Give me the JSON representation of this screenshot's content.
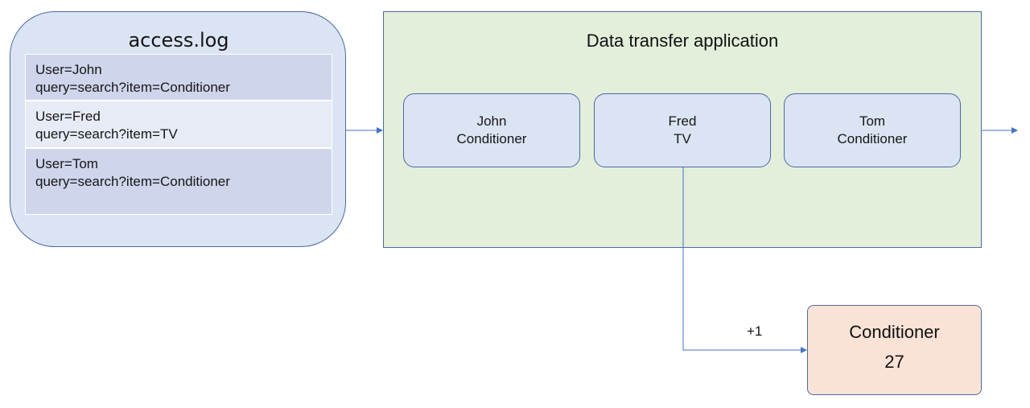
{
  "access_log": {
    "title": "access.log",
    "entries": [
      {
        "user": "User=John",
        "query": "query=search?item=Conditioner"
      },
      {
        "user": "User=Fred",
        "query": "query=search?item=TV"
      },
      {
        "user": "User=Tom",
        "query": "query=search?item=Conditioner"
      }
    ]
  },
  "application": {
    "title": "Data transfer application",
    "cards": [
      {
        "name": "John",
        "item": "Conditioner"
      },
      {
        "name": "Fred",
        "item": "TV"
      },
      {
        "name": "Tom",
        "item": "Conditioner"
      }
    ]
  },
  "counter": {
    "label": "Conditioner",
    "value": "27"
  },
  "increment_label": "+1",
  "colors": {
    "stroke": "#4d6aa4",
    "log_fill": "#dbe4f3",
    "app_fill": "#e3eedb",
    "counter_fill": "#fae2d6",
    "connector": "#4472c4"
  }
}
